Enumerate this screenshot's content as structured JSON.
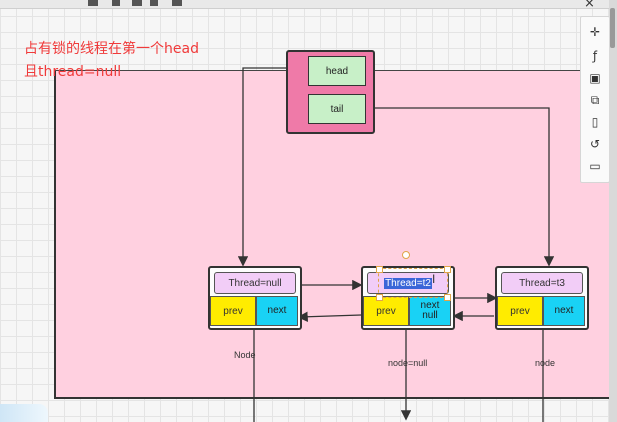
{
  "annotation": {
    "line1": "占有锁的线程在第一个head",
    "line2": "且thread=null"
  },
  "pointers": {
    "head": "head",
    "tail": "tail"
  },
  "nodes": [
    {
      "thread": "Thread=null",
      "prev": "prev",
      "next": "next",
      "caption": "Node"
    },
    {
      "thread": "Thread=t2",
      "prev": "prev",
      "next_line1": "next",
      "next_line2": "null",
      "caption": "node=null"
    },
    {
      "thread": "Thread=t3",
      "prev": "prev",
      "next": "next",
      "caption": "node"
    }
  ],
  "side_toolbar_icons": [
    "crosshair-icon",
    "formula-icon",
    "picture-icon",
    "copy-icon",
    "document-icon",
    "history-icon",
    "comment-icon"
  ],
  "colors": {
    "canvas": "#ffd0e0",
    "headtail_container": "#ef7aa8",
    "pointer_cell": "#c8f0c8",
    "thread_field": "#f2cdf7",
    "prev_field": "#ffec00",
    "next_field": "#19d2f5",
    "annotation_text": "#f03a3a"
  }
}
